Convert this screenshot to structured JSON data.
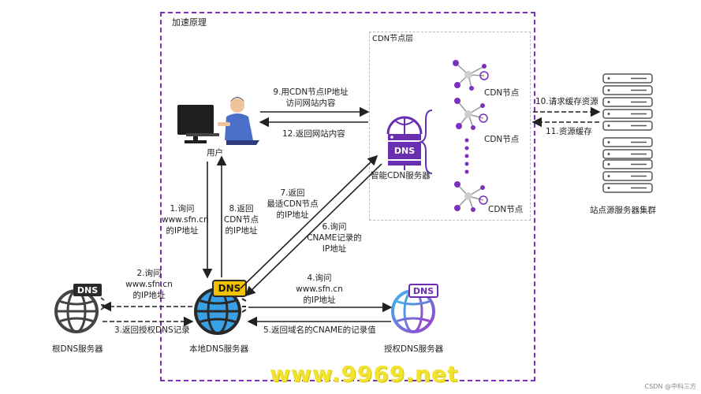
{
  "outer_label": "加速原理",
  "cdn_layer_label": "CDN节点层",
  "user_label": "用户",
  "smart_cdn_label": "智能CDN服务器",
  "cdn_node_labels": [
    "CDN节点",
    "CDN节点",
    "CDN节点"
  ],
  "origin_cluster_label": "站点源服务器集群",
  "root_dns_label": "根DNS服务器",
  "local_dns_label": "本地DNS服务器",
  "auth_dns_label": "授权DNS服务器",
  "dns_badge": "DNS",
  "steps": {
    "s1": [
      "1.询问",
      "www.sfn.cn",
      "的IP地址"
    ],
    "s2": [
      "2.询问",
      "www.sfn.cn",
      "的IP地址"
    ],
    "s3": "3.返回授权DNS记录",
    "s4": [
      "4.询问",
      "www.sfn.cn",
      "的IP地址"
    ],
    "s5": "5.返回域名的CNAME的记录值",
    "s6": [
      "6.询问",
      "CNAME记录的",
      "IP地址"
    ],
    "s7": [
      "7.返回",
      "最适CDN节点",
      "的IP地址"
    ],
    "s8": [
      "8.返回",
      "CDN节点",
      "的IP地址"
    ],
    "s9": [
      "9.用CDN节点IP地址",
      "访问网站内容"
    ],
    "s10": "10.请求缓存资源",
    "s11": "11.资源缓存",
    "s12": "12.返回网站内容"
  },
  "watermark": "www.9969.net",
  "credit": "CSDN @中科三方",
  "colors": {
    "border": "#7b2fbe",
    "dns_blue": "#2b78c5",
    "purple": "#7b2fbe",
    "watermark": "#f2e233"
  }
}
